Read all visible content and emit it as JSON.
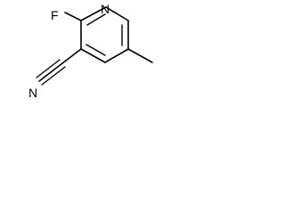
{
  "molecule": {
    "atoms": {
      "fluorine": "F",
      "ring_nitrogen": "N",
      "nitrile_nitrogen": "N"
    },
    "colors": {
      "bond": "#000000",
      "background": "#ffffff"
    }
  }
}
